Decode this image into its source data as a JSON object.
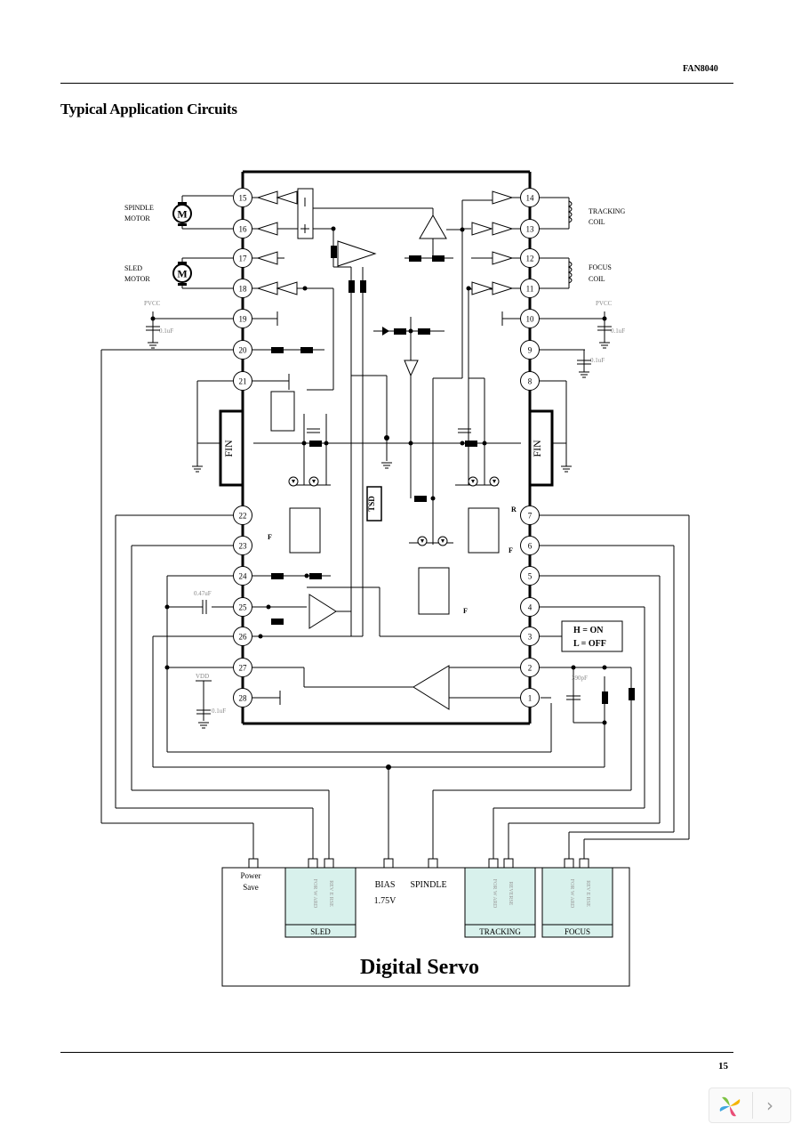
{
  "header": {
    "doc_id": "FAN8040"
  },
  "section_title": "Typical Application Circuits",
  "page_number": "15",
  "ic": {
    "left_pins": [
      "15",
      "16",
      "17",
      "18",
      "19",
      "20",
      "21",
      "22",
      "23",
      "24",
      "25",
      "26",
      "27",
      "28"
    ],
    "right_pins": [
      "14",
      "13",
      "12",
      "11",
      "10",
      "9",
      "8",
      "7",
      "6",
      "5",
      "4",
      "3",
      "2",
      "1"
    ],
    "fin_label": "FIN",
    "tsd_label": "TSD",
    "mode_box": {
      "line1": "H = ON",
      "line2": "L = OFF"
    },
    "pin_marks": {
      "r": "R",
      "f": "F"
    }
  },
  "components": {
    "spindle_motor": {
      "line1": "SPINDLE",
      "line2": "MOTOR",
      "symbol": "M"
    },
    "sled_motor": {
      "line1": "SLED",
      "line2": "MOTOR",
      "symbol": "M"
    },
    "tracking_coil": {
      "line1": "TRACKING",
      "line2": "COIL"
    },
    "focus_coil": {
      "line1": "FOCUS",
      "line2": "COIL"
    },
    "pvcc_left": "PVCC",
    "pvcc_right": "PVCC",
    "vdd": "VDD",
    "cap_left": "0.1uF",
    "cap_right": "0.1uF",
    "cap_pin9": "0.1uF",
    "cap_vdd": "0.1uF",
    "cap_pin25": "0.47uF",
    "cap_pin2": "390pF"
  },
  "servo": {
    "title": "Digital Servo",
    "power_save": {
      "line1": "Power",
      "line2": "Save"
    },
    "bias": {
      "line1": "BIAS",
      "line2": "1.75V"
    },
    "spindle_label": "SPINDLE",
    "blocks": [
      {
        "name": "SLED",
        "pins": [
          "FOR W ARD",
          "REV E RSE"
        ]
      },
      {
        "name": "TRACKING",
        "pins": [
          "FOR W ARD",
          "REVERSE"
        ]
      },
      {
        "name": "FOCUS",
        "pins": [
          "FOR W ARD",
          "REV E RSE"
        ]
      }
    ]
  },
  "colors": {
    "servo_block_fill": "#d8f1ec",
    "line": "#000000",
    "faint_text": "#999999"
  },
  "viewer": {
    "next_icon": "chevron-right-icon",
    "logo_icon": "pinwheel-logo-icon"
  }
}
